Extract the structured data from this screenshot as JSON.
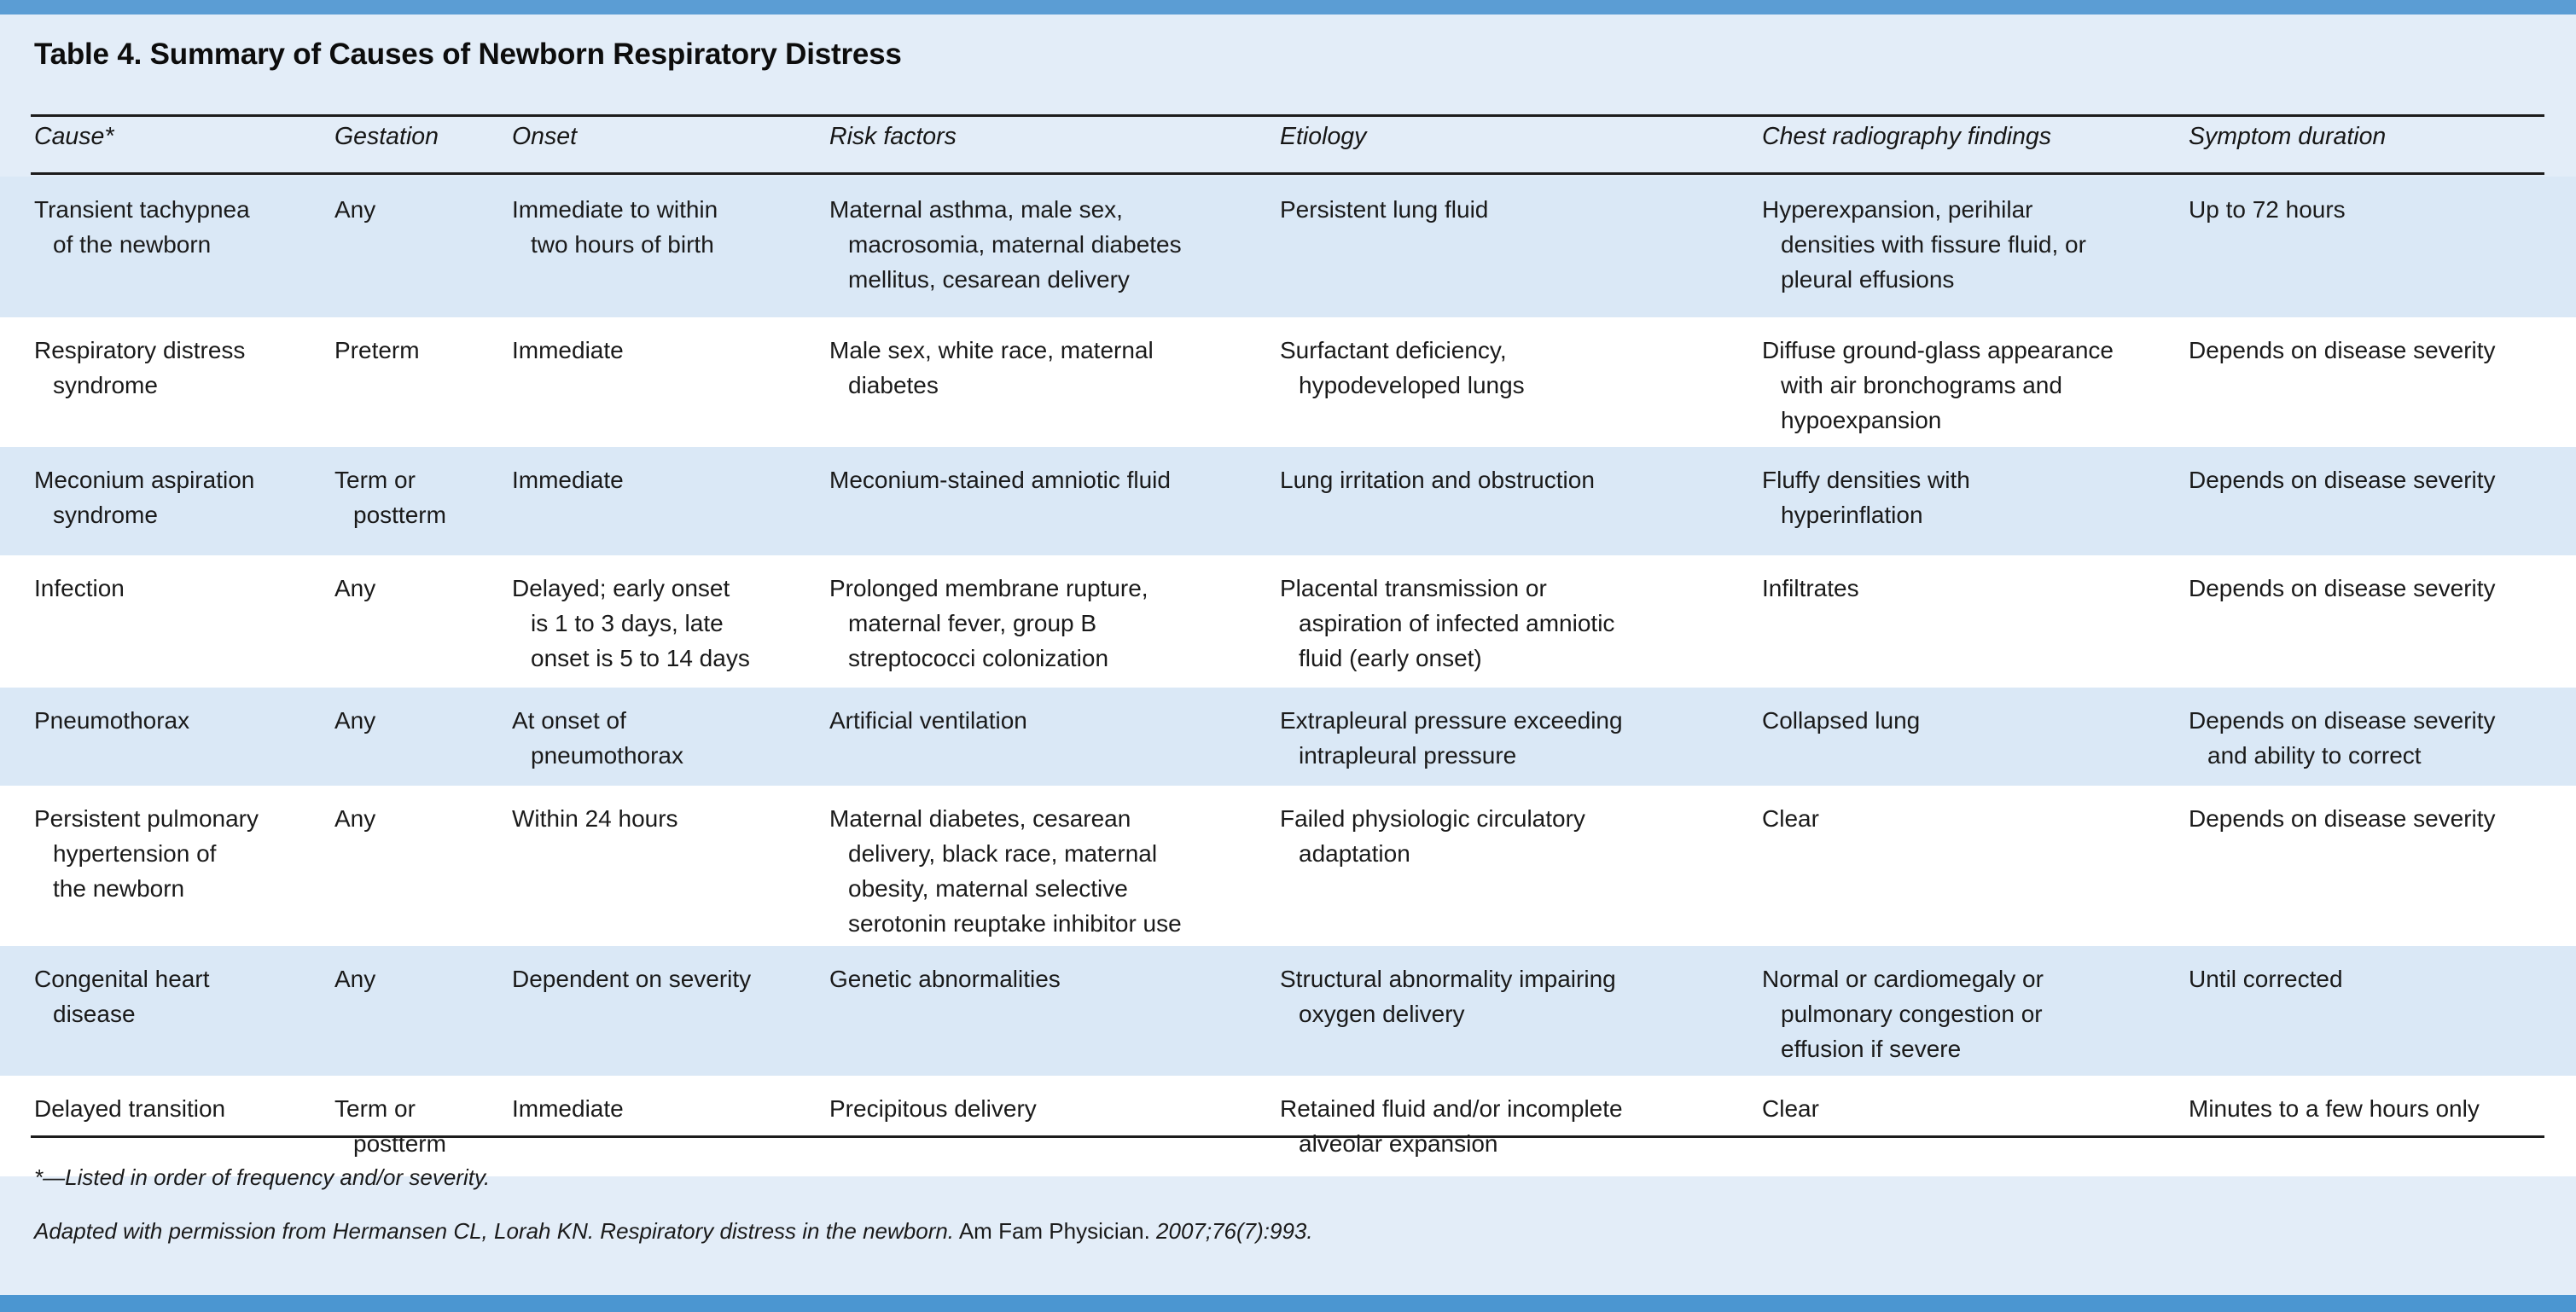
{
  "theme": {
    "bar_color": "#5b9dd4",
    "page_bg": "#e3edf8",
    "row_band": "#dae8f6",
    "rule_color": "#1c1c1c",
    "text_color": "#1a1a1a"
  },
  "title": "Table 4. Summary of Causes of Newborn Respiratory Distress",
  "columns": [
    "Cause*",
    "Gestation",
    "Onset",
    "Risk factors",
    "Etiology",
    "Chest radiography findings",
    "Symptom duration"
  ],
  "rows": [
    {
      "cause": "Transient tachypnea\nof the newborn",
      "gestation": "Any",
      "onset": "Immediate to within\ntwo hours of birth",
      "risk_factors": "Maternal asthma, male sex,\nmacrosomia, maternal diabetes\nmellitus, cesarean delivery",
      "etiology": "Persistent lung fluid",
      "chest_radiography": "Hyperexpansion, perihilar\ndensities with fissure fluid, or\npleural effusions",
      "symptom_duration": "Up to 72 hours",
      "shaded": true
    },
    {
      "cause": "Respiratory distress\nsyndrome",
      "gestation": "Preterm",
      "onset": "Immediate",
      "risk_factors": "Male sex, white race, maternal\ndiabetes",
      "etiology": "Surfactant deficiency,\nhypodeveloped lungs",
      "chest_radiography": "Diffuse ground-glass appearance\nwith air bronchograms and\nhypoexpansion",
      "symptom_duration": "Depends on disease severity",
      "shaded": false
    },
    {
      "cause": "Meconium aspiration\nsyndrome",
      "gestation": "Term or\npostterm",
      "onset": "Immediate",
      "risk_factors": "Meconium-stained amniotic fluid",
      "etiology": "Lung irritation and obstruction",
      "chest_radiography": "Fluffy densities with\nhyperinflation",
      "symptom_duration": "Depends on disease severity",
      "shaded": true
    },
    {
      "cause": "Infection",
      "gestation": "Any",
      "onset": "Delayed; early onset\nis 1 to 3 days, late\nonset is 5 to 14 days",
      "risk_factors": "Prolonged membrane rupture,\nmaternal fever, group B\nstreptococci colonization",
      "etiology": "Placental transmission or\naspiration of infected amniotic\nfluid (early onset)",
      "chest_radiography": "Infiltrates",
      "symptom_duration": "Depends on disease severity",
      "shaded": false
    },
    {
      "cause": "Pneumothorax",
      "gestation": "Any",
      "onset": "At onset of\npneumothorax",
      "risk_factors": "Artificial ventilation",
      "etiology": "Extrapleural pressure exceeding\nintrapleural pressure",
      "chest_radiography": "Collapsed lung",
      "symptom_duration": "Depends on disease severity\nand ability to correct",
      "shaded": true
    },
    {
      "cause": "Persistent pulmonary\nhypertension of\nthe newborn",
      "gestation": "Any",
      "onset": "Within 24 hours",
      "risk_factors": "Maternal diabetes, cesarean\ndelivery, black race, maternal\nobesity, maternal selective\nserotonin reuptake inhibitor use",
      "etiology": "Failed physiologic circulatory\nadaptation",
      "chest_radiography": "Clear",
      "symptom_duration": "Depends on disease severity",
      "shaded": false
    },
    {
      "cause": "Congenital heart\ndisease",
      "gestation": "Any",
      "onset": "Dependent on severity",
      "risk_factors": "Genetic abnormalities",
      "etiology": "Structural abnormality impairing\noxygen delivery",
      "chest_radiography": "Normal or cardiomegaly or\npulmonary congestion or\neffusion if severe",
      "symptom_duration": "Until corrected",
      "shaded": true
    },
    {
      "cause": "Delayed transition",
      "gestation": "Term or\npostterm",
      "onset": "Immediate",
      "risk_factors": "Precipitous delivery",
      "etiology": "Retained fluid and/or incomplete\nalveolar expansion",
      "chest_radiography": "Clear",
      "symptom_duration": "Minutes to a few hours only",
      "shaded": false
    }
  ],
  "footnotes": {
    "star_note": "*—Listed in order of frequency and/or severity.",
    "source_lead": "Adapted with permission from Hermansen CL, Lorah KN. Respiratory distress in the newborn.",
    "source_journal": "Am Fam Physician.",
    "source_cite": "2007;76(7):993."
  }
}
